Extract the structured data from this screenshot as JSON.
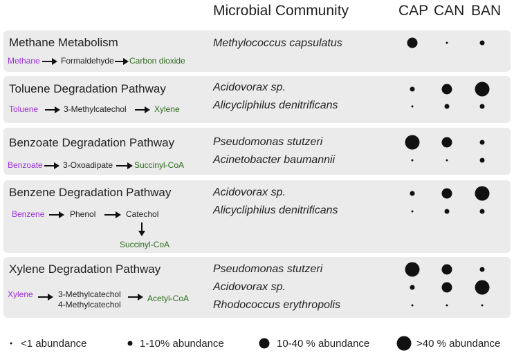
{
  "header": {
    "community": "Microbial Community",
    "col_cap": "CAP",
    "col_can": "CAN",
    "col_ban": "BAN"
  },
  "pathways": [
    {
      "title": "Methane Metabolism",
      "compounds": [
        "Methane",
        "Formaldehyde",
        "Carbon dioxide"
      ],
      "organisms": [
        {
          "name": "Methylococcus capsulatus",
          "abundance": {
            "CAP": "10-40 % abundance",
            "CAN": "<1 abundance",
            "BAN": "1-10% abundance"
          }
        }
      ]
    },
    {
      "title": "Toluene Degradation Pathway",
      "compounds": [
        "Toluene",
        "3-Methylcatechol",
        "Xylene"
      ],
      "organisms": [
        {
          "name": "Acidovorax sp.",
          "abundance": {
            "CAP": "1-10% abundance",
            "CAN": "10-40 % abundance",
            "BAN": ">40 % abundance"
          }
        },
        {
          "name": "Alicycliphilus denitrificans",
          "abundance": {
            "CAP": "<1 abundance",
            "CAN": "1-10% abundance",
            "BAN": "1-10% abundance"
          }
        }
      ]
    },
    {
      "title": "Benzoate Degradation Pathway",
      "compounds": [
        "Benzoate",
        "3-Oxoadipate",
        "Succinyl-CoA"
      ],
      "organisms": [
        {
          "name": "Pseudomonas stutzeri",
          "abundance": {
            "CAP": ">40 % abundance",
            "CAN": "10-40 % abundance",
            "BAN": "1-10% abundance"
          }
        },
        {
          "name": "Acinetobacter baumannii",
          "abundance": {
            "CAP": "<1 abundance",
            "CAN": "<1 abundance",
            "BAN": "1-10% abundance"
          }
        }
      ]
    },
    {
      "title": "Benzene Degradation Pathway",
      "compounds": [
        "Benzene",
        "Phenol",
        "Catechol",
        "Succinyl-CoA"
      ],
      "organisms": [
        {
          "name": "Acidovorax sp.",
          "abundance": {
            "CAP": "1-10% abundance",
            "CAN": "10-40 % abundance",
            "BAN": ">40 % abundance"
          }
        },
        {
          "name": "Alicycliphilus denitrificans",
          "abundance": {
            "CAP": "<1 abundance",
            "CAN": "1-10% abundance",
            "BAN": "1-10% abundance"
          }
        }
      ]
    },
    {
      "title": "Xylene Degradation Pathway",
      "compounds": [
        "Xylene",
        "3-Methylcatechol",
        "4-Methylcatechol",
        "Acetyl-CoA"
      ],
      "organisms": [
        {
          "name": "Pseudomonas stutzeri",
          "abundance": {
            "CAP": ">40 % abundance",
            "CAN": "10-40 % abundance",
            "BAN": "1-10% abundance"
          }
        },
        {
          "name": "Acidovorax sp.",
          "abundance": {
            "CAP": "1-10% abundance",
            "CAN": "10-40 % abundance",
            "BAN": ">40 % abundance"
          }
        },
        {
          "name": "Rhodococcus erythropolis",
          "abundance": {
            "CAP": "<1 abundance",
            "CAN": "<1 abundance",
            "BAN": "<1 abundance"
          }
        }
      ]
    }
  ],
  "legend": [
    "<1 abundance",
    "1-10% abundance",
    "10-40 % abundance",
    ">40 % abundance"
  ],
  "colors": {
    "substrate": "#9b30d9",
    "product": "#2f6b1e",
    "panel": "#ebebeb"
  }
}
